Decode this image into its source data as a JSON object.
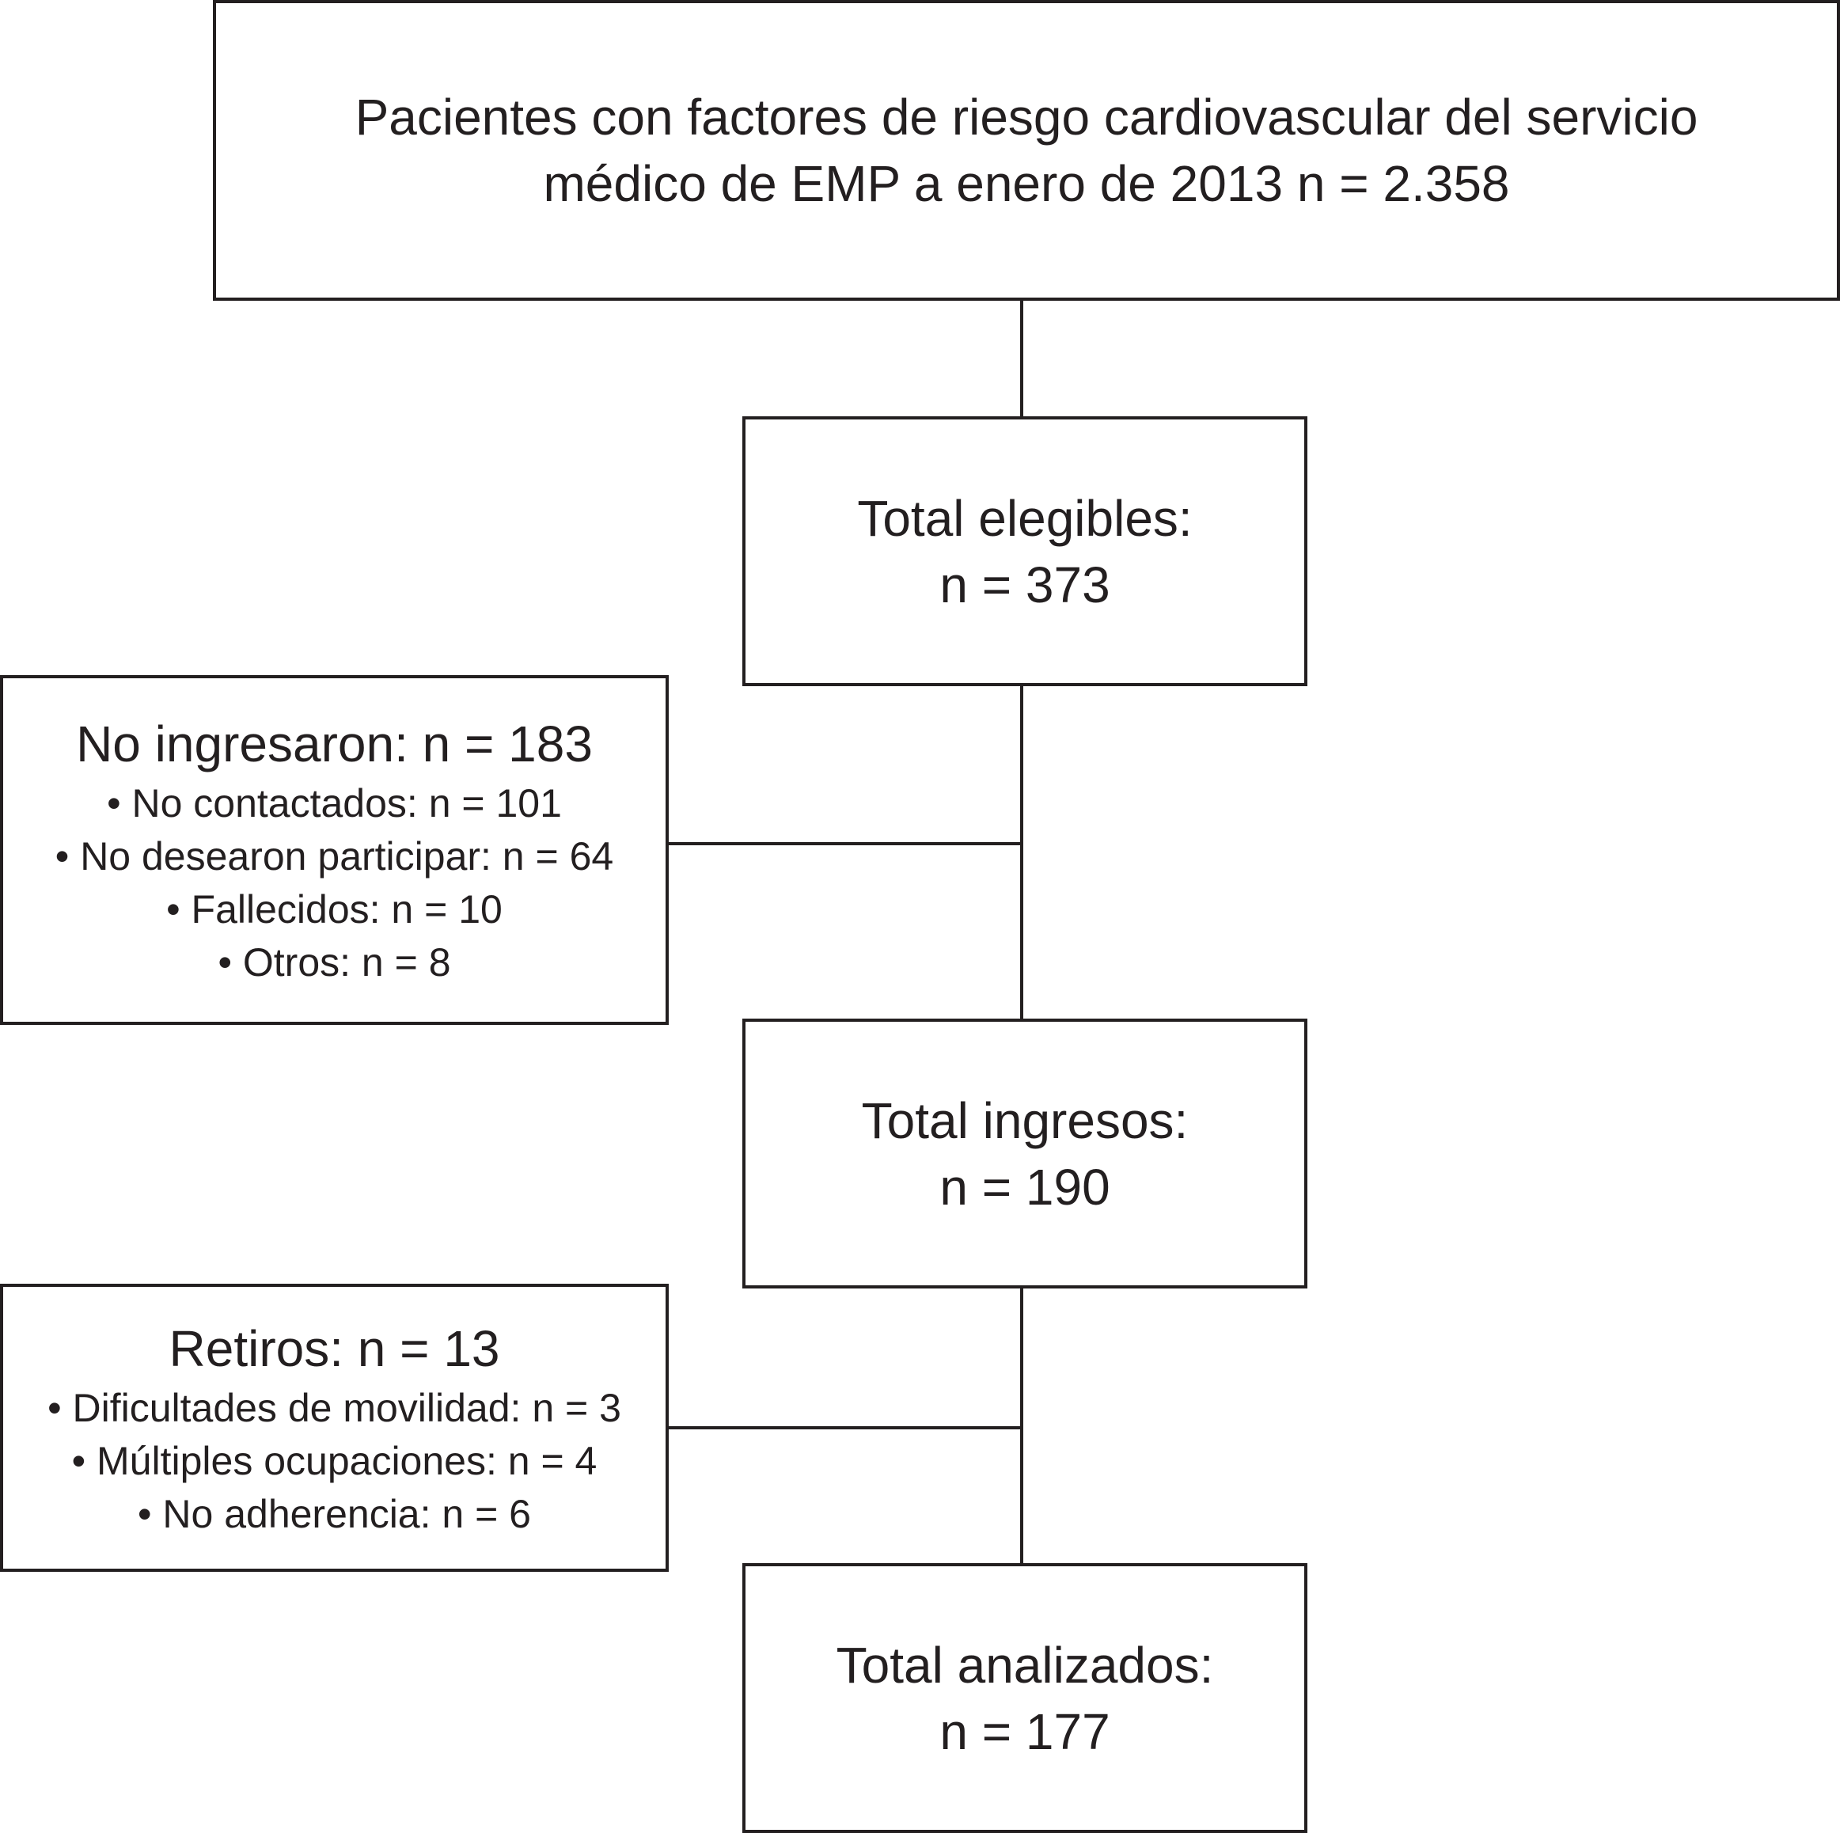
{
  "flowchart": {
    "top_box": {
      "line1": "Pacientes con factores de riesgo cardiovascular del servicio",
      "line2": "médico de EMP a enero de 2013 n = 2.358"
    },
    "eligible_box": {
      "label": "Total elegibles:",
      "count": "n = 373"
    },
    "not_enrolled_box": {
      "title": "No ingresaron: n = 183",
      "items": [
        "No contactados: n = 101",
        "No desearon participar: n = 64",
        "Fallecidos: n = 10",
        "Otros: n = 8"
      ]
    },
    "enrolled_box": {
      "label": "Total ingresos:",
      "count": "n = 190"
    },
    "withdrawals_box": {
      "title": "Retiros: n = 13",
      "items": [
        "Dificultades de movilidad: n = 3",
        "Múltiples ocupaciones: n = 4",
        "No adherencia: n = 6"
      ]
    },
    "analyzed_box": {
      "label": "Total analizados:",
      "count": "n = 177"
    }
  }
}
